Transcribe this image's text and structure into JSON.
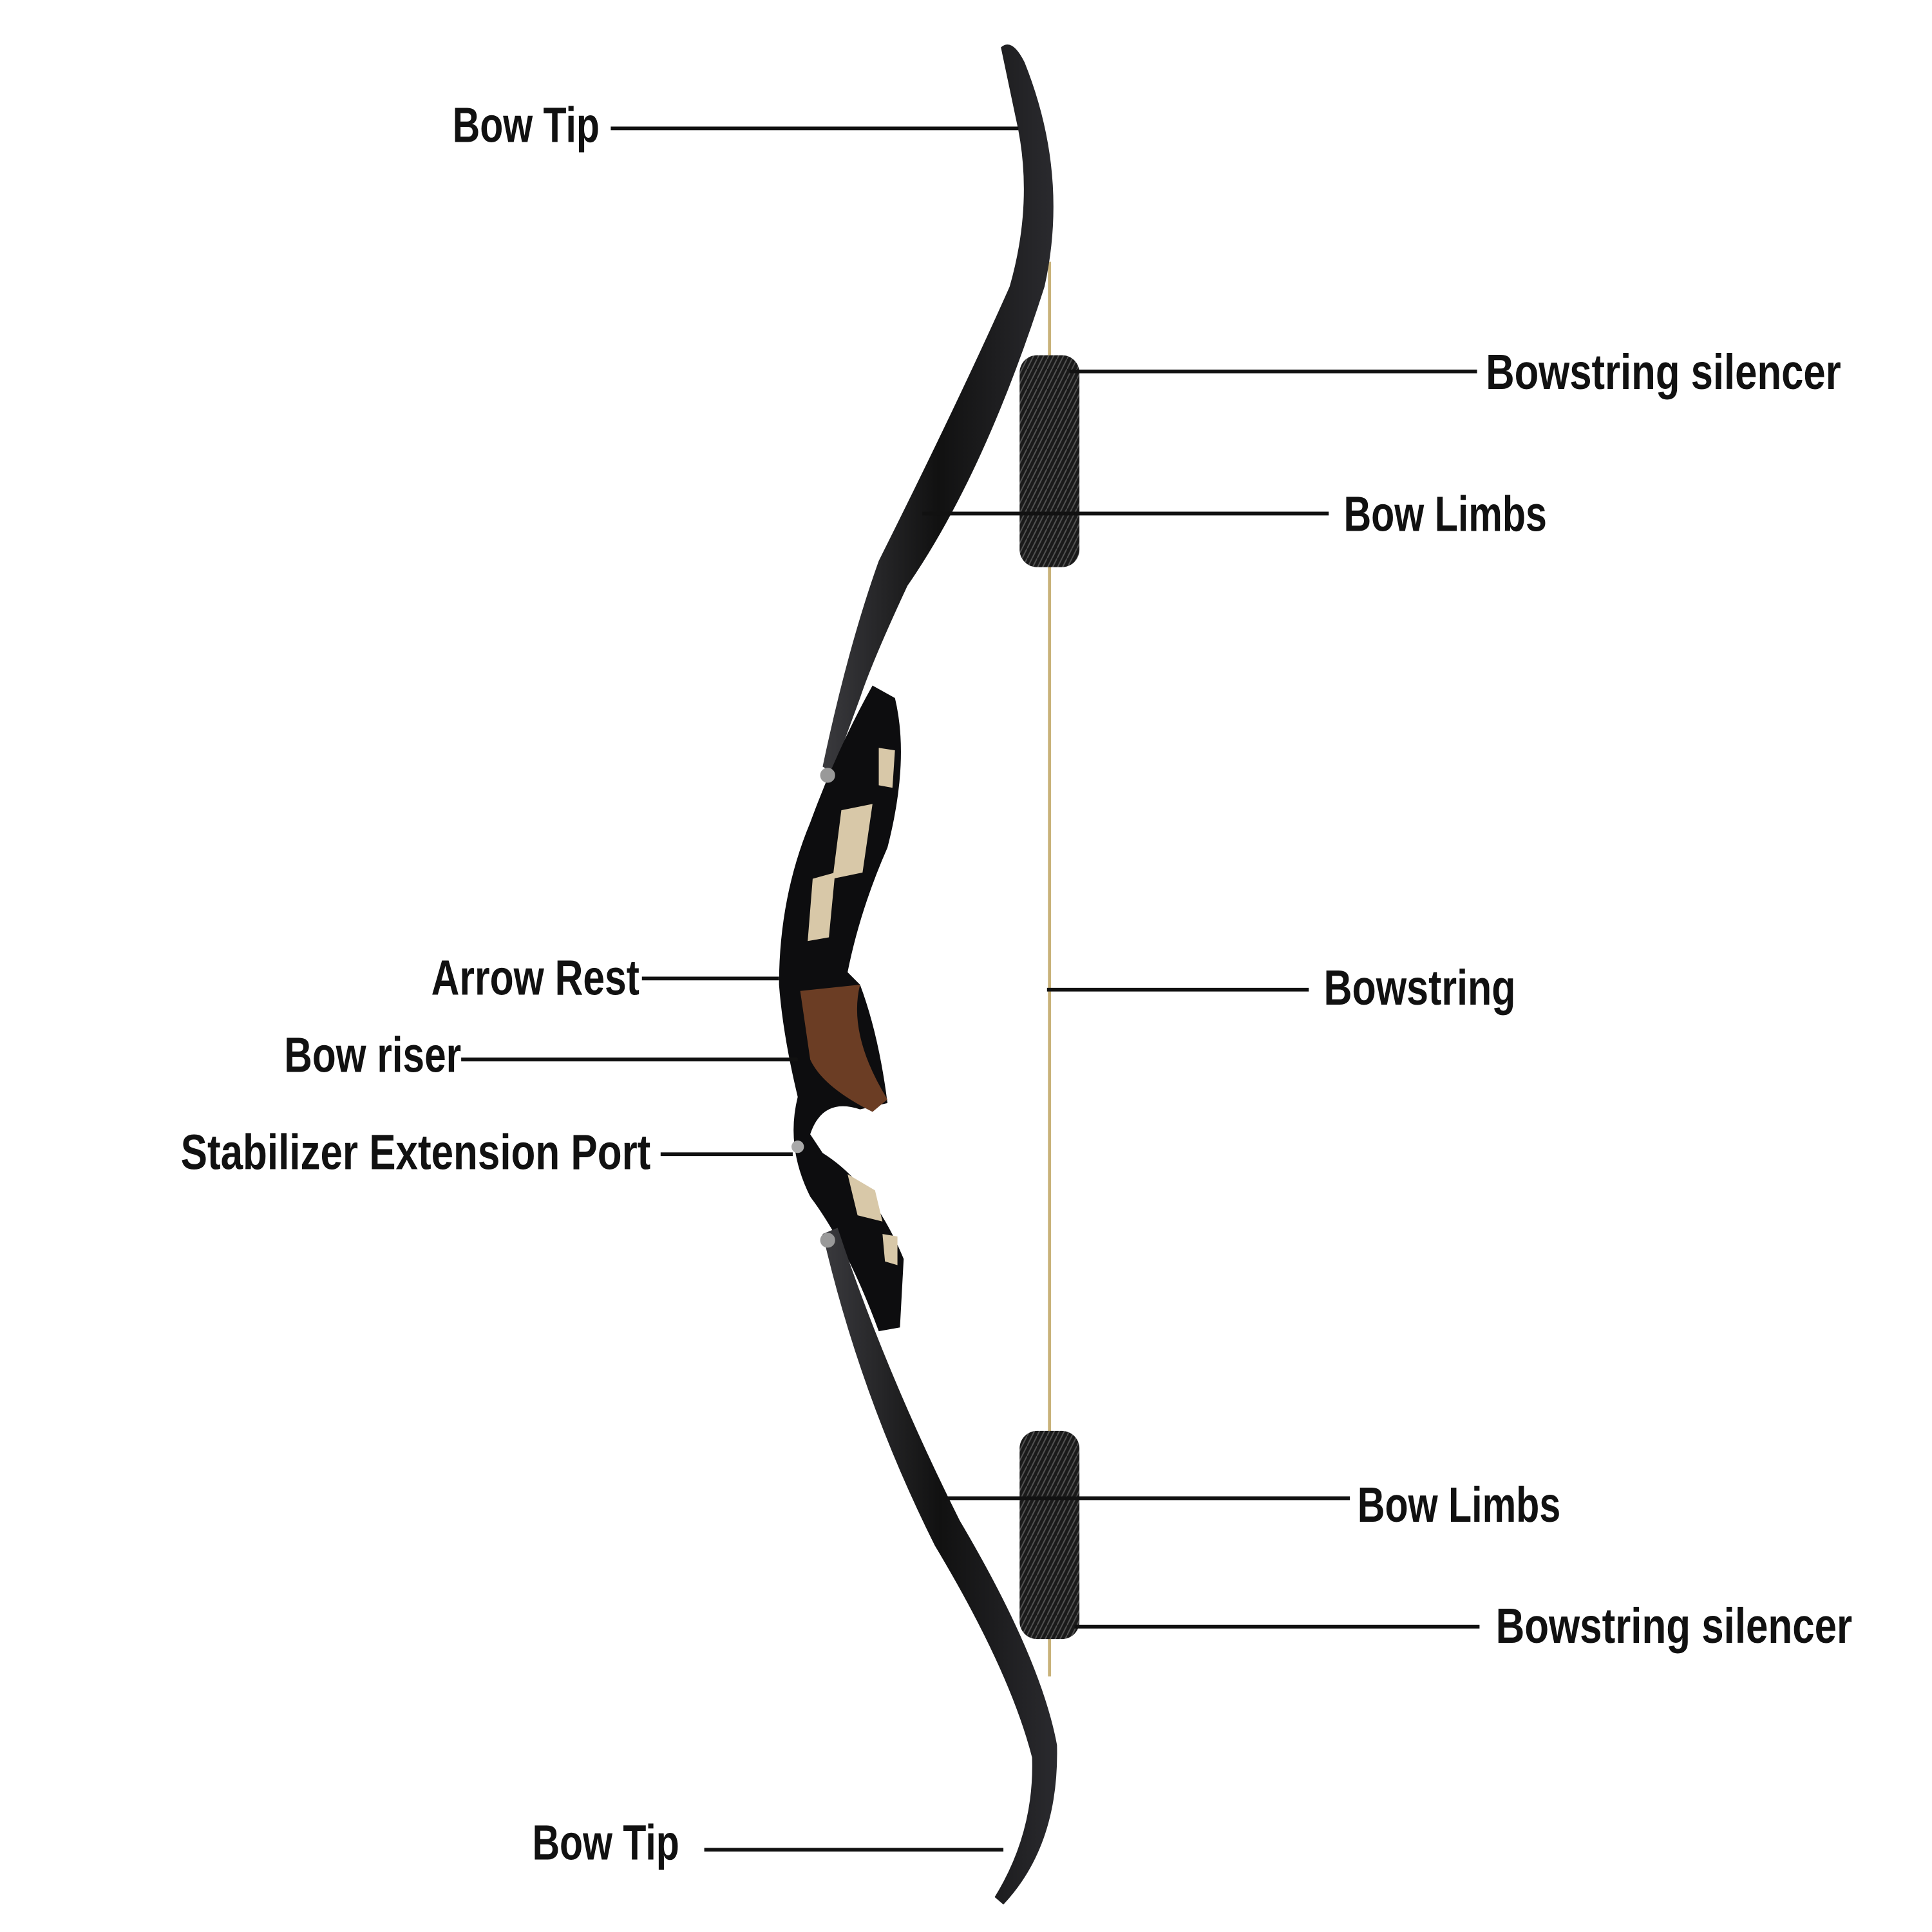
{
  "labels": {
    "bow_tip_top": "Bow Tip",
    "silencer_top": "Bowstring silencer",
    "limbs_top": "Bow Limbs",
    "arrow_rest": "Arrow Rest",
    "bowstring": "Bowstring",
    "bow_riser": "Bow riser",
    "stabilizer_port": "Stabilizer Extension Port",
    "limbs_bottom": "Bow Limbs",
    "silencer_bottom": "Bowstring silencer",
    "bow_tip_bottom": "Bow Tip"
  },
  "colors": {
    "limb": "#1c1c1e",
    "grip": "#6b3d24",
    "string": "#c9b27a",
    "silencer": "#222222"
  }
}
